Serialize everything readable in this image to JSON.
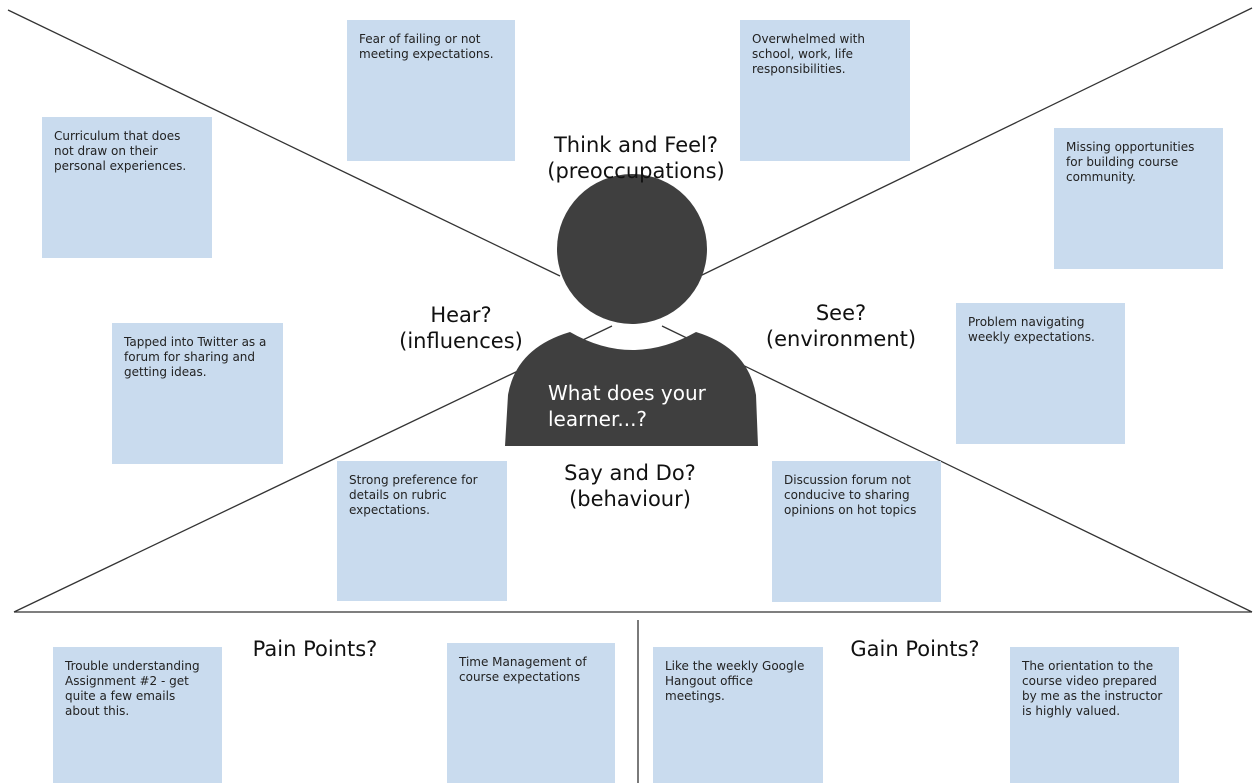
{
  "sections": {
    "think_feel": "Think and Feel?\n(preoccupations)",
    "hear": "Hear?\n(influences)",
    "see": "See?\n(environment)",
    "say_do": "Say and Do?\n(behaviour)",
    "pain_points": "Pain Points?",
    "gain_points": "Gain Points?"
  },
  "center": {
    "question": "What does your\nlearner...?"
  },
  "notes": {
    "fear": "Fear of failing or not meeting expectations.",
    "overwhelmed": "Overwhelmed with school, work, life responsibilities.",
    "curriculum": "Curriculum that does not draw on their personal experiences.",
    "missing": "Missing opportunities for building course community.",
    "twitter": "Tapped into Twitter as a forum for sharing and getting ideas.",
    "navigating": "Problem navigating weekly expectations.",
    "rubric": "Strong preference for details on rubric expectations.",
    "discussion": "Discussion forum not conducive to sharing opinions on hot topics",
    "trouble": "Trouble understanding Assignment #2 - get quite a few emails about this.",
    "time": "Time Management of course expectations",
    "hangout": "Like the weekly Google Hangout office meetings.",
    "orientation": "The orientation to the course video prepared by me as the instructor is highly valued."
  },
  "colors": {
    "note_fill": "#c9dbee",
    "person_fill": "#3f3f3f",
    "line": "#333333"
  }
}
